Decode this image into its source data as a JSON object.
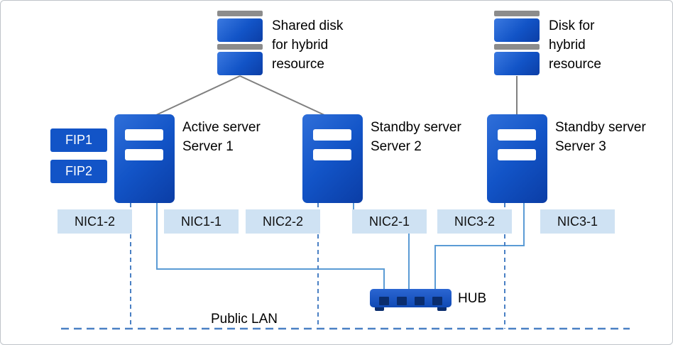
{
  "disks": [
    {
      "id": "shared-disk",
      "label_lines": [
        "Shared disk",
        "for hybrid",
        "resource"
      ]
    },
    {
      "id": "hybrid-disk",
      "label_lines": [
        "Disk for",
        "hybrid",
        "resource"
      ]
    }
  ],
  "servers": [
    {
      "id": "server-1",
      "label_lines": [
        "Active server",
        "Server 1"
      ]
    },
    {
      "id": "server-2",
      "label_lines": [
        "Standby server",
        "Server 2"
      ]
    },
    {
      "id": "server-3",
      "label_lines": [
        "Standby server",
        "Server 3"
      ]
    }
  ],
  "fips": [
    "FIP1",
    "FIP2"
  ],
  "nics": [
    "NIC1-2",
    "NIC1-1",
    "NIC2-2",
    "NIC2-1",
    "NIC3-2",
    "NIC3-1"
  ],
  "hub": {
    "label": "HUB"
  },
  "lan": {
    "label": "Public LAN"
  },
  "icons": {
    "server-icon": "blue tower with two white slots",
    "disk-icon": "stacked blue boxes with gray caps",
    "hub-icon": "blue switch with four dark ports"
  },
  "colors": {
    "device_blue": "#1254c7",
    "nic_bg": "#cfe2f3",
    "solid_line": "#5b9bd5",
    "dashed_line": "#4a80c4",
    "disk_line": "#808080",
    "text": "#000000"
  }
}
